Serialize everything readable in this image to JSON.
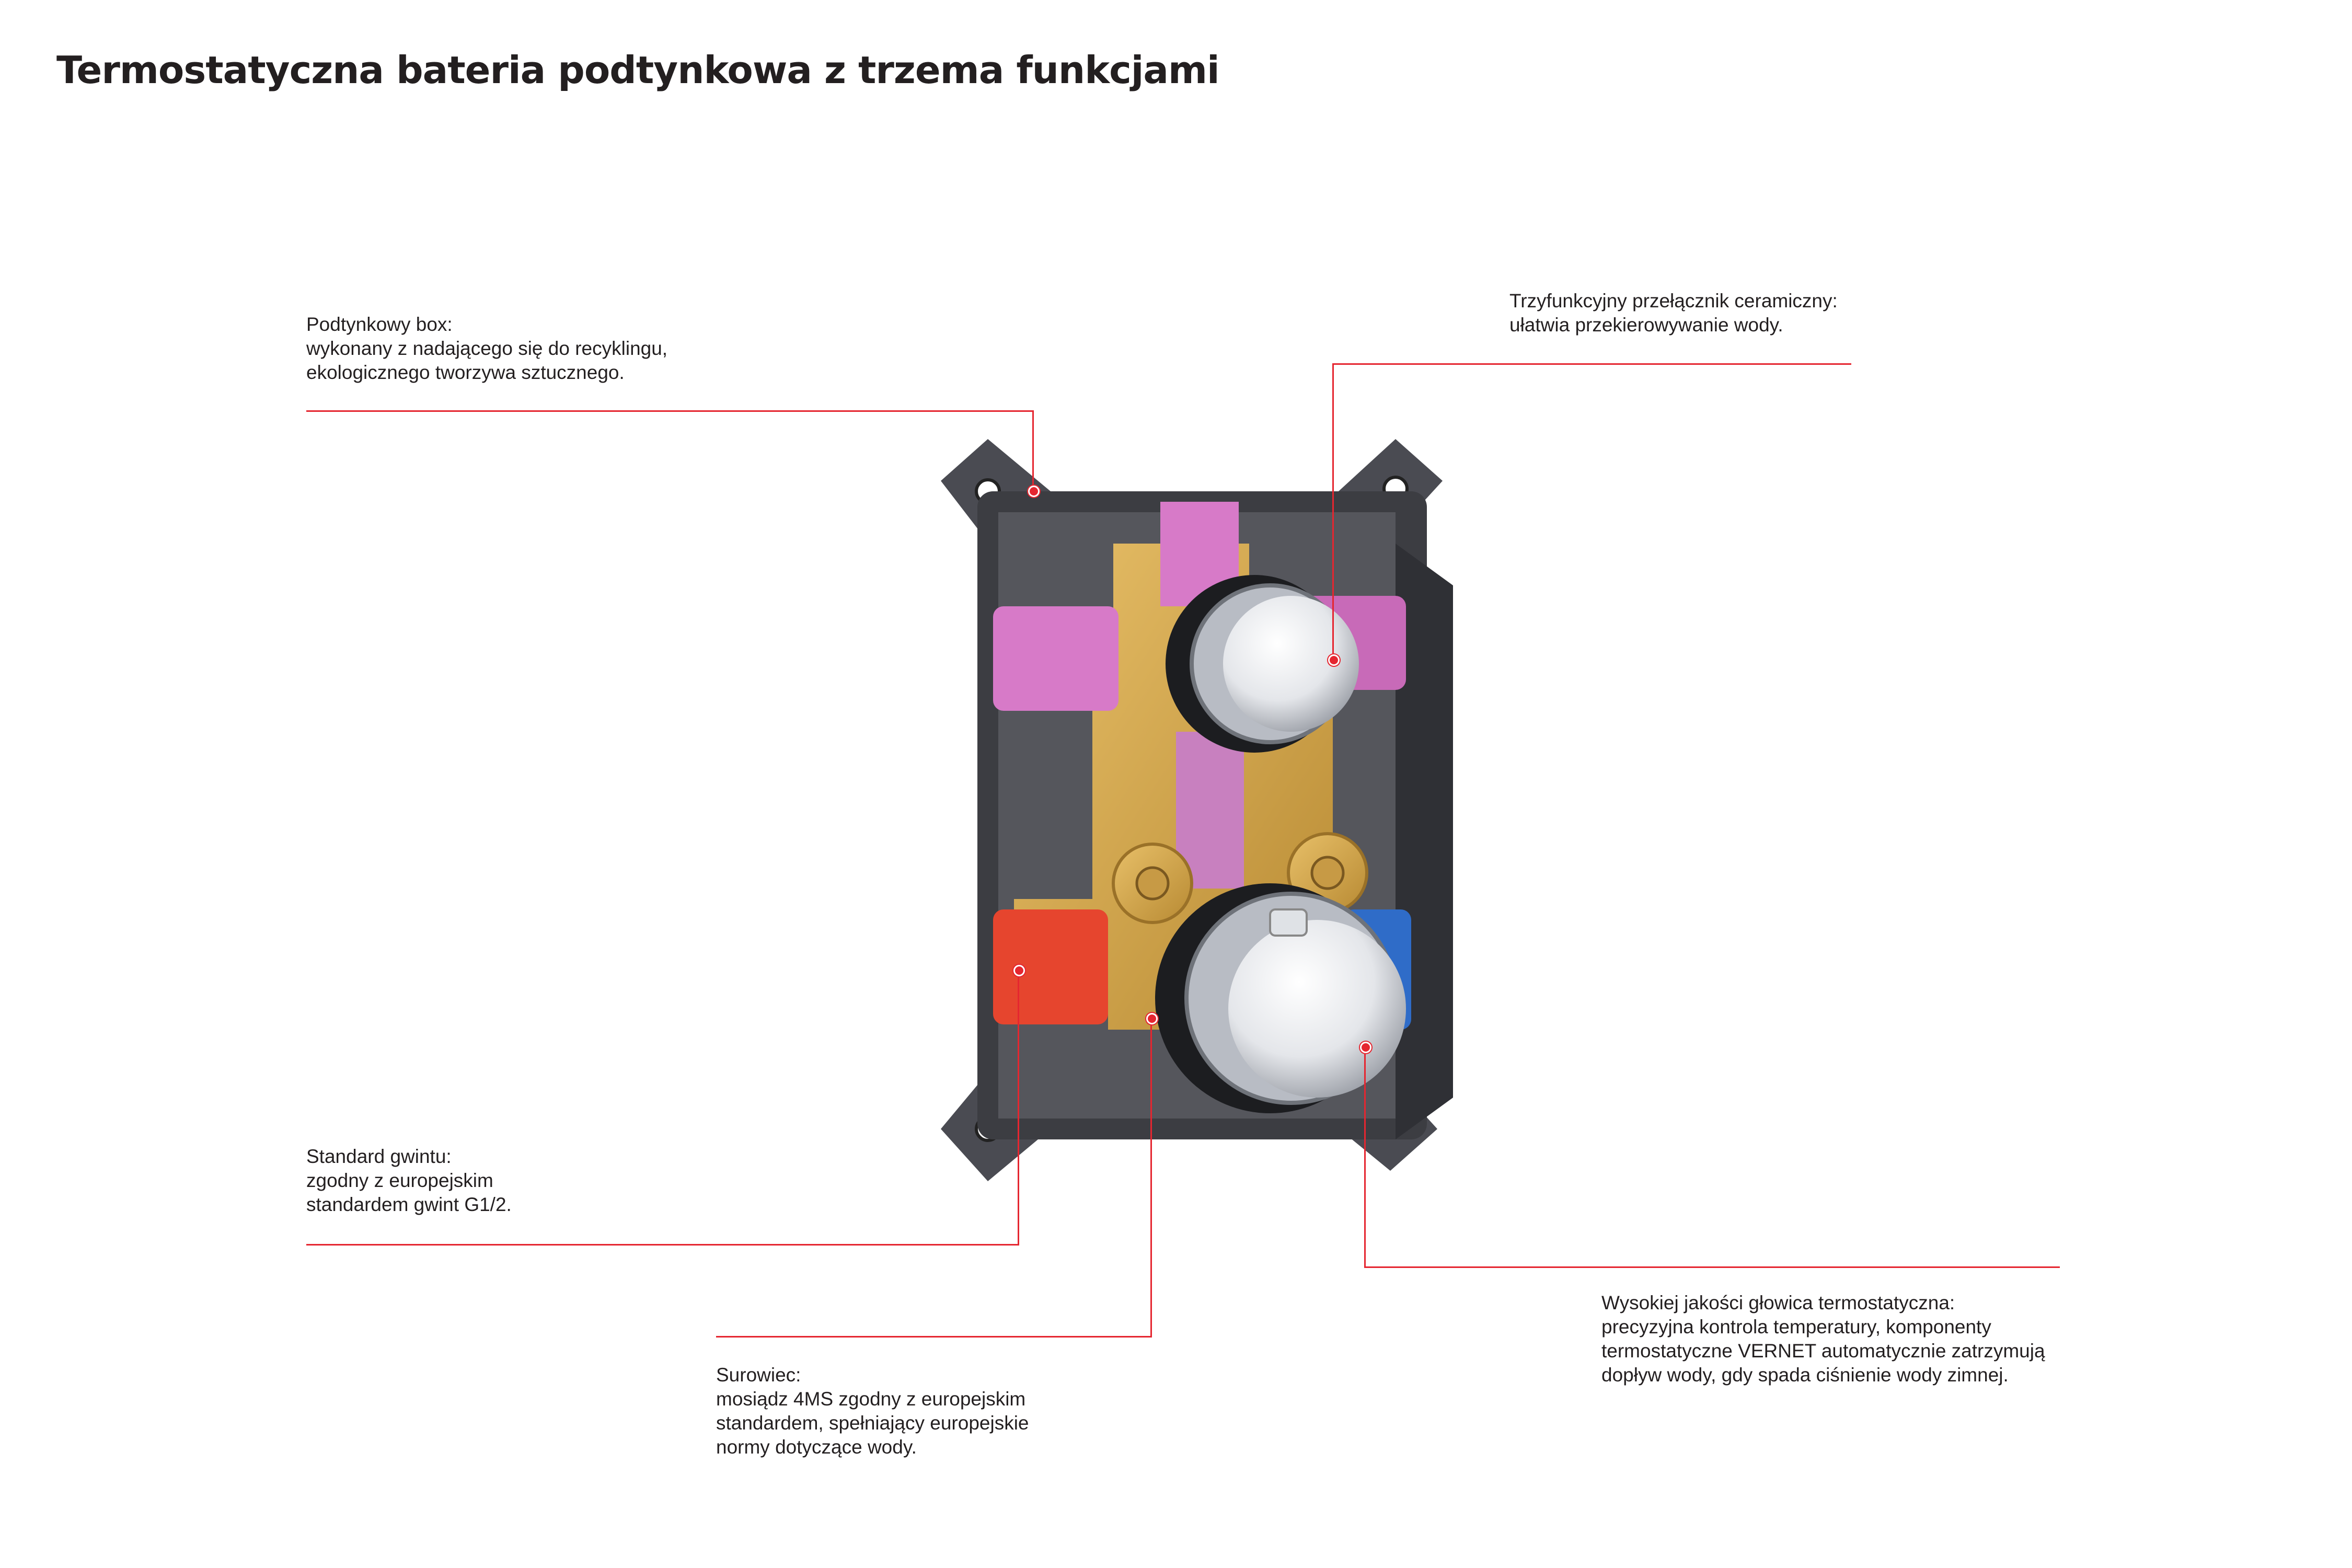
{
  "title": "Termostatyczna bateria podtynkowa z trzema funkcjami",
  "callouts": {
    "box": {
      "heading": "Podtynkowy box:",
      "lines": [
        "wykonany z nadającego się do recyklingu,",
        "ekologicznego tworzywa sztucznego."
      ]
    },
    "switch": {
      "heading": "Trzyfunkcyjny przełącznik ceramiczny:",
      "lines": [
        "ułatwia przekierowywanie wody."
      ]
    },
    "thread": {
      "heading": "Standard gwintu:",
      "lines": [
        "zgodny z europejskim",
        "standardem gwint G1/2."
      ]
    },
    "material": {
      "heading": "Surowiec:",
      "lines": [
        "mosiądz 4MS zgodny z europejskim",
        "standardem, spełniający europejskie",
        "normy dotyczące wody."
      ]
    },
    "thermo": {
      "heading": "Wysokiej jakości głowica termostatyczna:",
      "lines": [
        "precyzyjna kontrola temperatury, komponenty",
        "termostatyczne VERNET automatycznie zatrzymują",
        "dopływ wody, gdy spada ciśnienie wody zimnej."
      ]
    }
  },
  "colors": {
    "accent": "#e52630",
    "text": "#231f20",
    "box": "#3c3d42",
    "brass": "#d9a94a"
  }
}
